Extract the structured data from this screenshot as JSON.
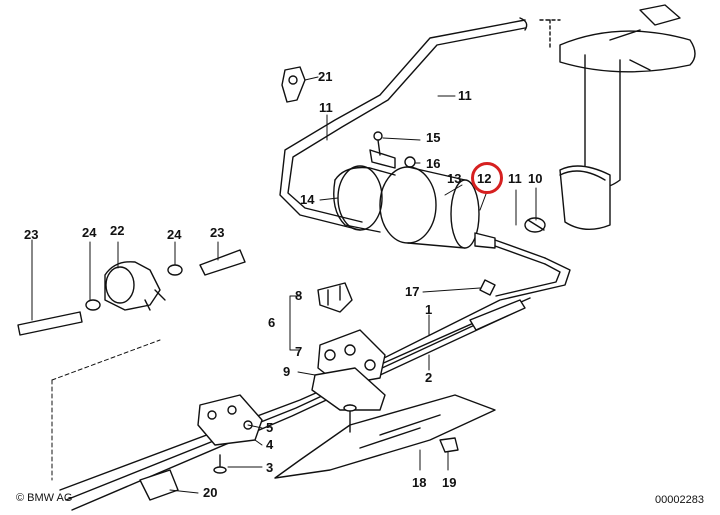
{
  "callouts": [
    {
      "id": "c21",
      "text": "21"
    },
    {
      "id": "c11a",
      "text": "11"
    },
    {
      "id": "c11b",
      "text": "11"
    },
    {
      "id": "c15",
      "text": "15"
    },
    {
      "id": "c16",
      "text": "16"
    },
    {
      "id": "c13",
      "text": "13"
    },
    {
      "id": "c12",
      "text": "12"
    },
    {
      "id": "c11c",
      "text": "11"
    },
    {
      "id": "c10",
      "text": "10"
    },
    {
      "id": "c14",
      "text": "14"
    },
    {
      "id": "c23a",
      "text": "23"
    },
    {
      "id": "c24a",
      "text": "24"
    },
    {
      "id": "c22",
      "text": "22"
    },
    {
      "id": "c24b",
      "text": "24"
    },
    {
      "id": "c23b",
      "text": "23"
    },
    {
      "id": "c8",
      "text": "8"
    },
    {
      "id": "c6",
      "text": "6"
    },
    {
      "id": "c7",
      "text": "7"
    },
    {
      "id": "c17",
      "text": "17"
    },
    {
      "id": "c1",
      "text": "1"
    },
    {
      "id": "c9",
      "text": "9"
    },
    {
      "id": "c2",
      "text": "2"
    },
    {
      "id": "c5",
      "text": "5"
    },
    {
      "id": "c4",
      "text": "4"
    },
    {
      "id": "c3",
      "text": "3"
    },
    {
      "id": "c20",
      "text": "20"
    },
    {
      "id": "c18",
      "text": "18"
    },
    {
      "id": "c19",
      "text": "19"
    }
  ],
  "highlighted_part": "12",
  "footer": {
    "copyright": "© BMW AG",
    "drawing_number": "00002283"
  },
  "colors": {
    "line": "#111111",
    "highlight": "#d62020"
  }
}
